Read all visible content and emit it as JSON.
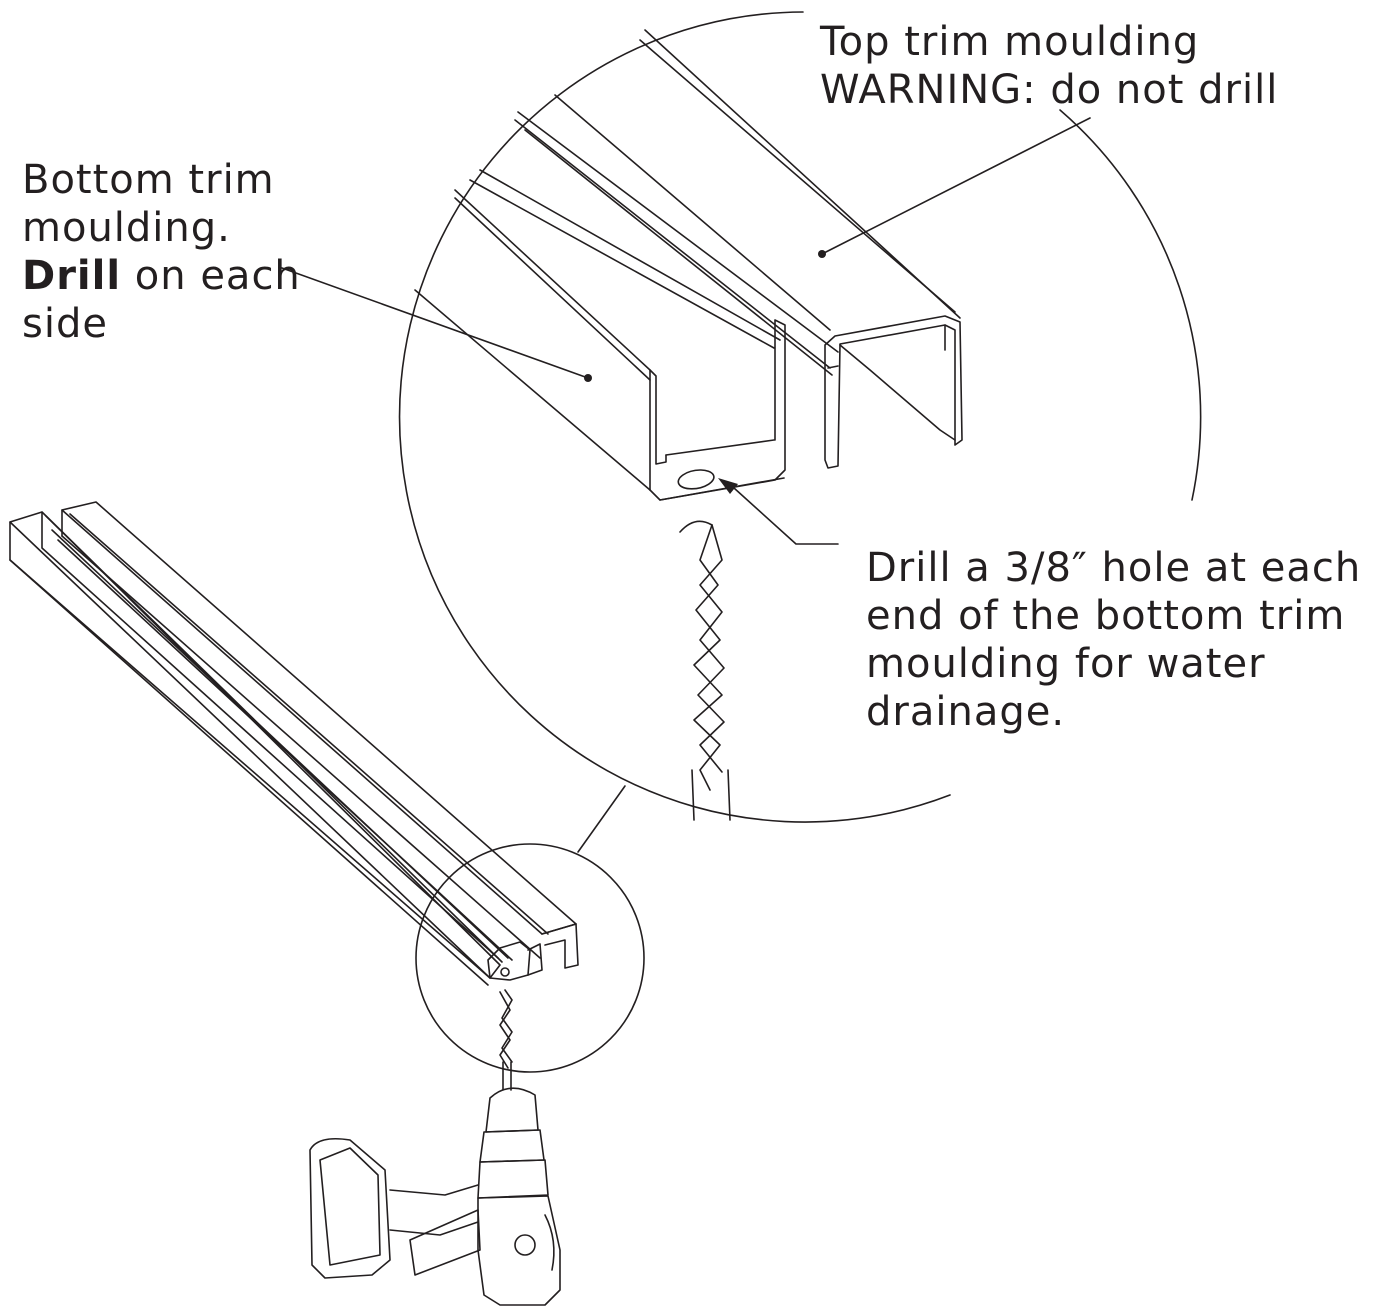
{
  "callouts": {
    "top_trim": {
      "line1": "Top trim moulding",
      "line2": "WARNING: do not drill"
    },
    "bottom_trim": {
      "line1": "Bottom trim",
      "line2": "moulding.",
      "line3_bold": "Drill",
      "line3_rest": " on each",
      "line4": "side"
    },
    "drill_hole": {
      "line1": "Drill a 3/8″ hole at each",
      "line2": "end of the bottom trim",
      "line3": "moulding for water",
      "line4": "drainage."
    }
  },
  "colors": {
    "line": "#231f20",
    "background": "#ffffff"
  }
}
